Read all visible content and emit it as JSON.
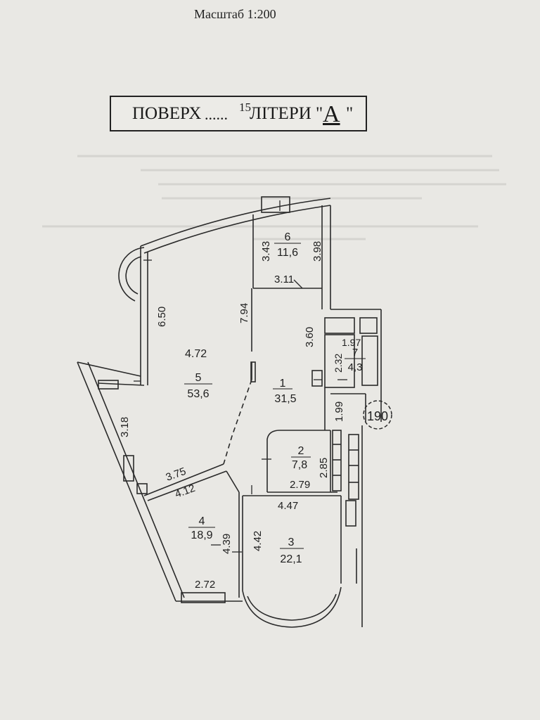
{
  "header": {
    "scale": "Масштаб 1:200"
  },
  "title": {
    "floor_label": "ПОВЕРХ",
    "dots": "......",
    "floor_number": "15",
    "liter_label": "ЛІТЕРИ",
    "quote_open": "\"",
    "liter_value": "А",
    "quote_close": "\""
  },
  "rooms": [
    {
      "number": "1",
      "area": "31,5"
    },
    {
      "number": "2",
      "area": "7,8"
    },
    {
      "number": "3",
      "area": "22,1"
    },
    {
      "number": "4",
      "area": "18,9"
    },
    {
      "number": "5",
      "area": "53,6"
    },
    {
      "number": "6",
      "area": "11,6"
    },
    {
      "number": "7",
      "area": "4,3"
    }
  ],
  "dimensions": [
    "3.43",
    "3.98",
    "3.11",
    "7.94",
    "6.50",
    "4.72",
    "3.60",
    "1.97",
    "2.32",
    "1.99",
    "3.18",
    "2.85",
    "2.79",
    "3.75",
    "4.12",
    "4.47",
    "4.39",
    "4.42",
    "2.72"
  ],
  "marker": "190"
}
